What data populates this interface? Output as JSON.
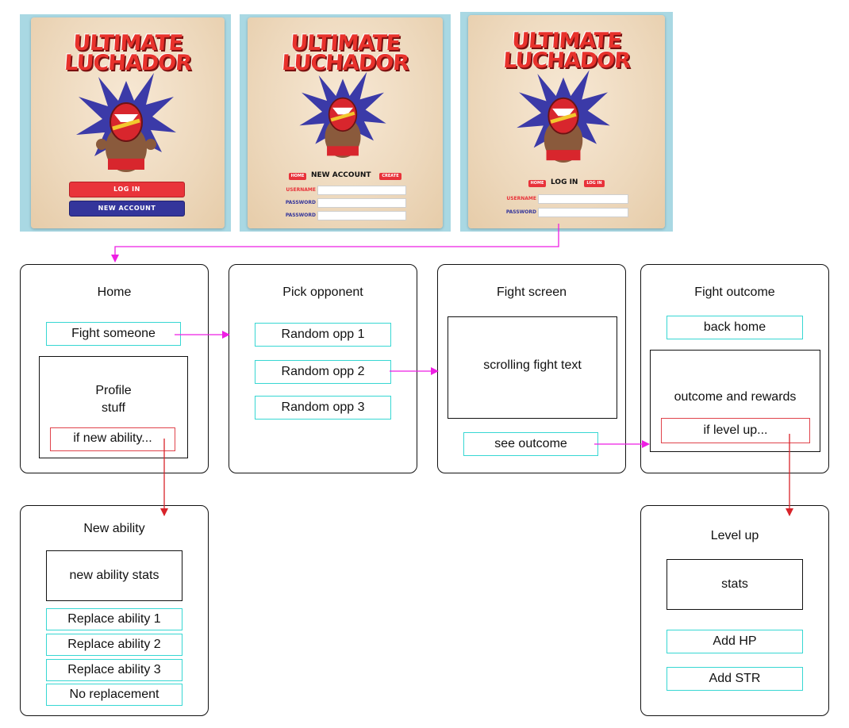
{
  "mockups": [
    {
      "game_title_line1": "ULTIMATE",
      "game_title_line2": "LUCHADOR",
      "login_button": "LOG IN",
      "new_account_button": "NEW ACCOUNT"
    },
    {
      "game_title_line1": "ULTIMATE",
      "game_title_line2": "LUCHADOR",
      "home_chip": "HOME",
      "heading": "NEW ACCOUNT",
      "action_chip": "CREATE",
      "fields": [
        "USERNAME",
        "PASSWORD",
        "PASSWORD"
      ]
    },
    {
      "game_title_line1": "ULTIMATE",
      "game_title_line2": "LUCHADOR",
      "home_chip": "HOME",
      "heading": "LOG IN",
      "action_chip": "LOG IN",
      "fields": [
        "USERNAME",
        "PASSWORD"
      ]
    }
  ],
  "screens": {
    "home": {
      "title": "Home",
      "fight_button": "Fight someone",
      "profile_line1": "Profile",
      "profile_line2": "stuff",
      "new_ability_trigger": "if new ability..."
    },
    "pick_opponent": {
      "title": "Pick opponent",
      "options": [
        "Random opp 1",
        "Random opp 2",
        "Random opp 3"
      ]
    },
    "fight_screen": {
      "title": "Fight screen",
      "text_area": "scrolling fight text",
      "see_outcome_button": "see outcome"
    },
    "fight_outcome": {
      "title": "Fight outcome",
      "back_home_button": "back home",
      "outcome_text": "outcome and rewards",
      "level_up_trigger": "if level up..."
    },
    "new_ability": {
      "title": "New ability",
      "stats_text": "new ability stats",
      "options": [
        "Replace ability 1",
        "Replace ability 2",
        "Replace ability 3",
        "No replacement"
      ]
    },
    "level_up": {
      "title": "Level up",
      "stats_text": "stats",
      "options": [
        "Add HP",
        "Add STR"
      ]
    }
  },
  "colors": {
    "cyan_button_border": "#37d7d3",
    "red_trigger_border": "#e0434b",
    "magenta_arrow": "#ee1ee3",
    "red_arrow": "#d8232a",
    "mockup_background": "#a9d8e3"
  }
}
